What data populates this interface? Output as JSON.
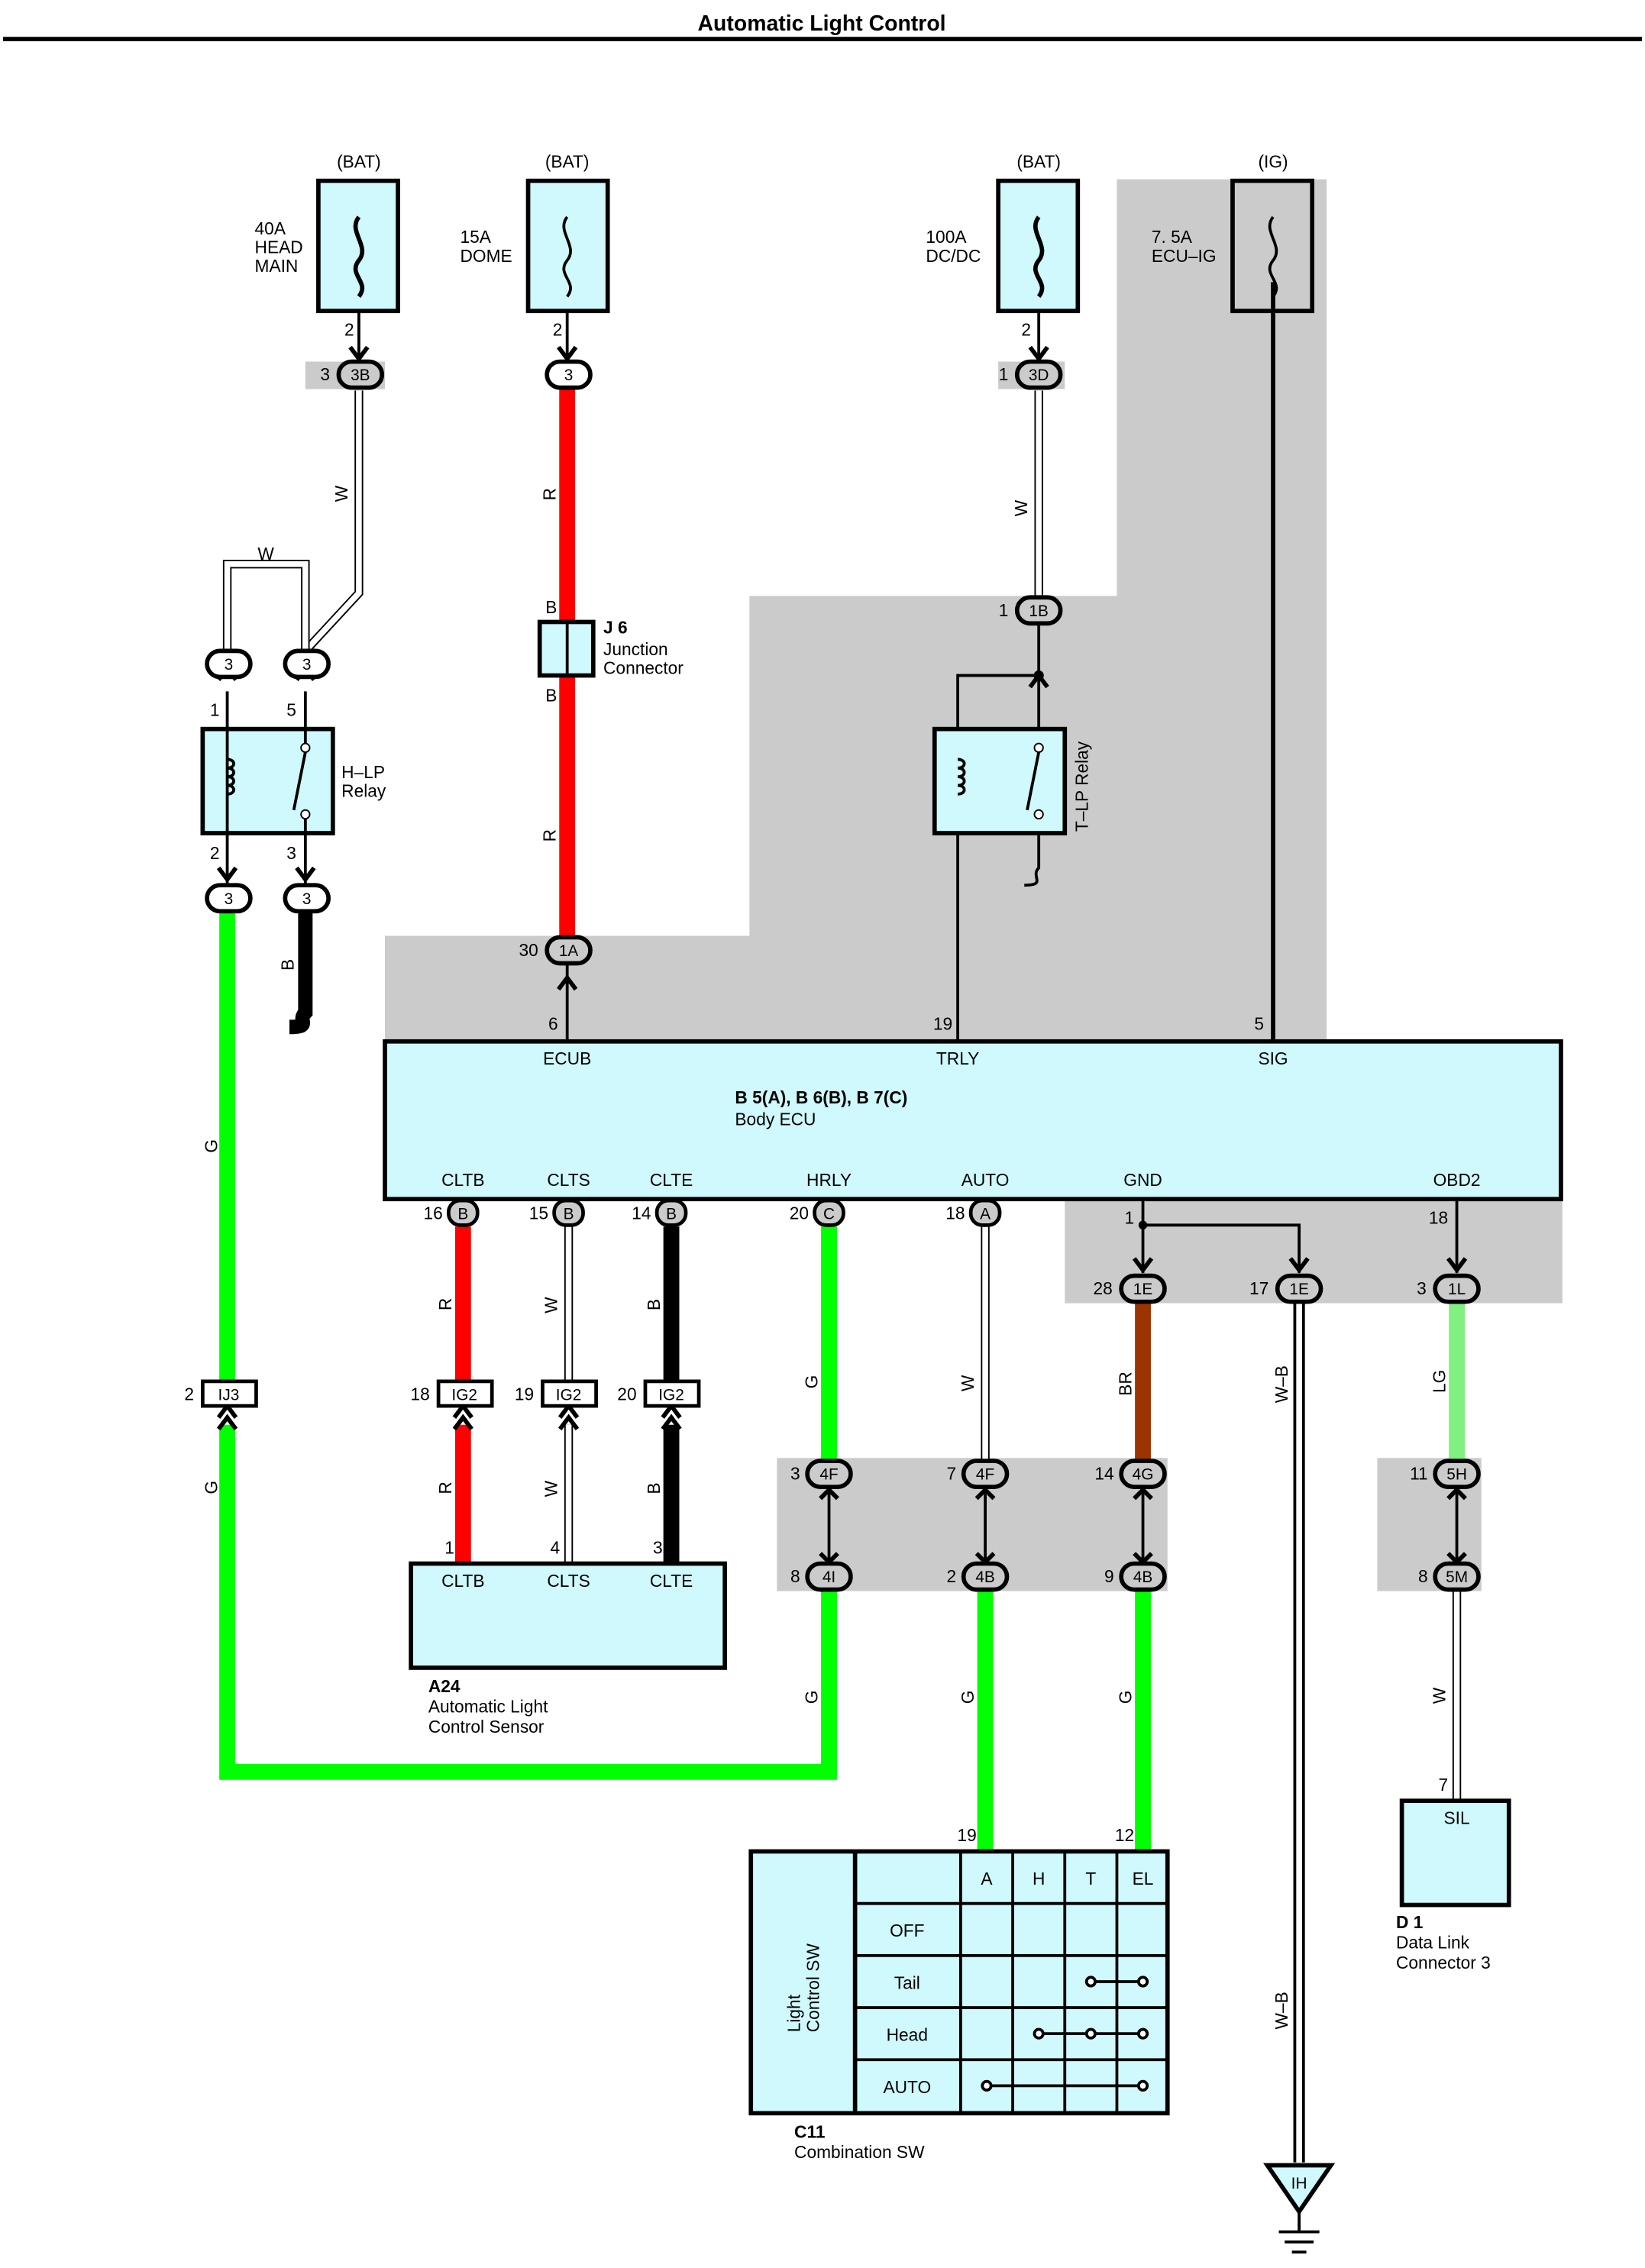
{
  "title": "Automatic Light Control",
  "colors": {
    "fill": "#CFF9FC",
    "shade": "#CBCBCB",
    "red": "#FF0000",
    "green": "#00FF00",
    "lightgreen": "#80F080",
    "brown": "#9B3400",
    "black": "#000000"
  },
  "fuses": {
    "head_main": {
      "source": "(BAT)",
      "rating": "40A",
      "name1": "HEAD",
      "name2": "MAIN",
      "pin": "2"
    },
    "dome": {
      "source": "(BAT)",
      "rating": "15A",
      "name": "DOME",
      "pin": "2"
    },
    "dcdc": {
      "source": "(BAT)",
      "rating": "100A",
      "name": "DC/DC",
      "pin": "2"
    },
    "ecu_ig": {
      "source": "(IG)",
      "rating": "7. 5A",
      "name": "ECU–IG"
    }
  },
  "relays": {
    "h_lp": {
      "name1": "H–LP",
      "name2": "Relay",
      "pins": [
        "1",
        "5",
        "2",
        "3"
      ]
    },
    "t_lp": {
      "name": "T–LP Relay"
    }
  },
  "junction": {
    "id": "J 6",
    "name1": "Junction",
    "name2": "Connector",
    "pin_top": "B",
    "pin_bottom": "B"
  },
  "ecu": {
    "id": "B 5(A), B 6(B), B 7(C)",
    "name": "Body ECU",
    "top_terminals": [
      "ECUB",
      "TRLY",
      "SIG"
    ],
    "top_pins": [
      "6",
      "19",
      "5"
    ],
    "bottom_terminals": [
      "CLTB",
      "CLTS",
      "CLTE",
      "HRLY",
      "AUTO",
      "GND",
      "OBD2"
    ],
    "bottom_pins": [
      "16",
      "15",
      "14",
      "20",
      "18",
      "1",
      "18"
    ],
    "bottom_conn": [
      "B",
      "B",
      "B",
      "C",
      "A"
    ]
  },
  "connectors": {
    "c3B": {
      "pin": "3",
      "id": "3B"
    },
    "c3_dome": {
      "id": "3"
    },
    "c3D": {
      "pin": "1",
      "id": "3D"
    },
    "c1B": {
      "pin": "1",
      "id": "1B"
    },
    "c1A": {
      "pin": "30",
      "id": "1A"
    },
    "relay_l": {
      "id": "3"
    },
    "relay_r": {
      "id": "3"
    },
    "relay_bl": {
      "id": "3"
    },
    "relay_br": {
      "id": "3"
    },
    "ij3": {
      "pin": "2",
      "id": "IJ3"
    },
    "ig2a": {
      "pin": "18",
      "id": "IG2"
    },
    "ig2b": {
      "pin": "19",
      "id": "IG2"
    },
    "ig2c": {
      "pin": "20",
      "id": "IG2"
    },
    "c1E_a": {
      "pin": "28",
      "id": "1E"
    },
    "c1E_b": {
      "pin": "17",
      "id": "1E"
    },
    "c1L": {
      "pin": "3",
      "id": "1L"
    },
    "c4F_a": {
      "pin": "3",
      "id": "4F"
    },
    "c4F_b": {
      "pin": "7",
      "id": "4F"
    },
    "c4G": {
      "pin": "14",
      "id": "4G"
    },
    "c5H": {
      "pin": "11",
      "id": "5H"
    },
    "c4I": {
      "pin": "8",
      "id": "4I"
    },
    "c4B_a": {
      "pin": "2",
      "id": "4B"
    },
    "c4B_b": {
      "pin": "9",
      "id": "4B"
    },
    "c5M": {
      "pin": "8",
      "id": "5M"
    }
  },
  "wire_colors": {
    "w1": "W",
    "w2": "W",
    "w3": "W",
    "r1": "R",
    "r2": "R",
    "b1": "B",
    "g_main": "G",
    "g_ij3": "G",
    "r_cltb": "R",
    "w_clts": "W",
    "b_clte": "B",
    "g_hrly": "G",
    "w_auto": "W",
    "br_gnd": "BR",
    "wb1": "W–B",
    "lg_obd": "LG",
    "r_cltb2": "R",
    "w_clts2": "W",
    "b_clte2": "B",
    "g_4i": "G",
    "g_4b1": "G",
    "g_4b2": "G",
    "w_sil": "W",
    "wb2": "W–B"
  },
  "sensor": {
    "id": "A24",
    "name1": "Automatic Light",
    "name2": "Control Sensor",
    "terminals": [
      "CLTB",
      "CLTS",
      "CLTE"
    ],
    "pins": [
      "1",
      "4",
      "3"
    ]
  },
  "combo_sw": {
    "id": "C11",
    "name": "Combination SW",
    "side_label1": "Light",
    "side_label2": "Control SW",
    "cols": [
      "A",
      "H",
      "T",
      "EL"
    ],
    "rows": [
      "OFF",
      "Tail",
      "Head",
      "AUTO"
    ],
    "pins": [
      "19",
      "12"
    ]
  },
  "dlc": {
    "id": "D 1",
    "name1": "Data Link",
    "name2": "Connector 3",
    "terminal": "SIL",
    "pin": "7"
  },
  "ground": {
    "id": "IH"
  }
}
